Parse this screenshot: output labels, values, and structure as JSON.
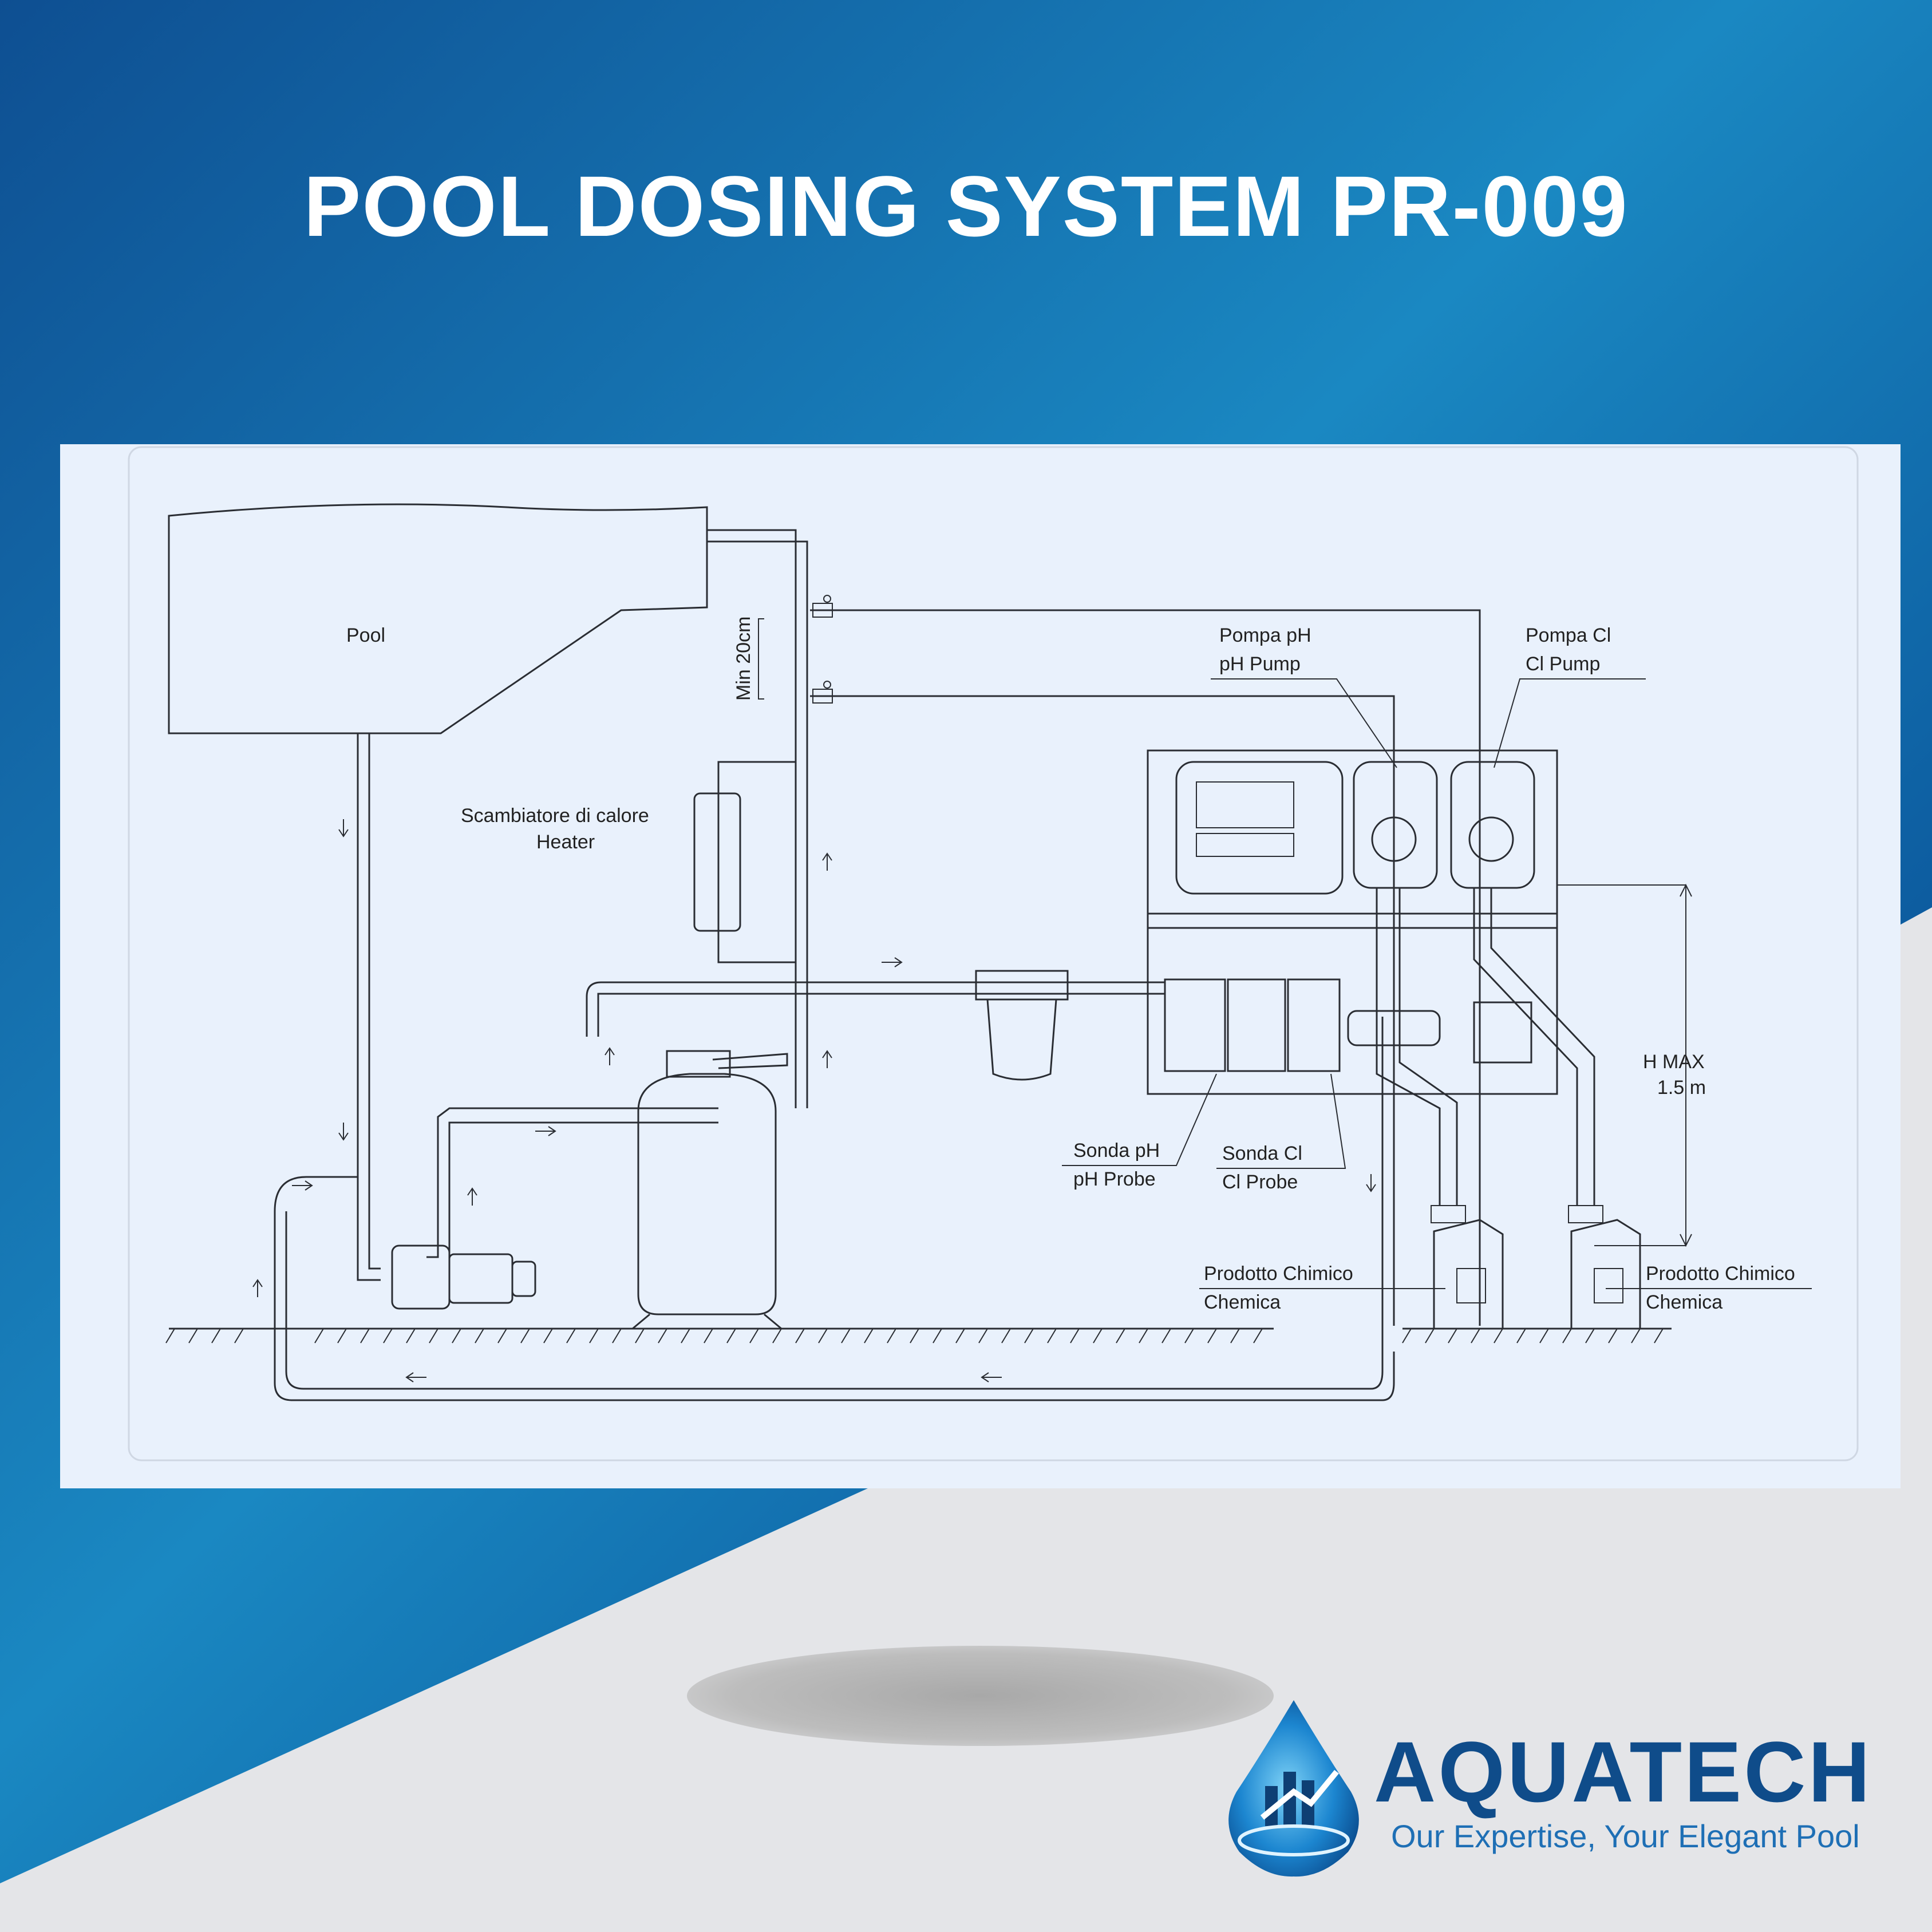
{
  "title": "POOL DOSING SYSTEM PR-009",
  "colors": {
    "background_dark": "#0d4c8c",
    "background_light": "#1b8cc4",
    "panel": "#e9f1fc",
    "lower_gray": "#e4e5e8",
    "brand_navy": "#0f4c8a",
    "tagline_blue": "#1e6fb5"
  },
  "diagram": {
    "labels": {
      "pool": "Pool",
      "min_distance": "Min 20cm",
      "heater_it": "Scambiatore di calore",
      "heater_en": "Heater",
      "ph_pump_it": "Pompa pH",
      "ph_pump_en": "pH Pump",
      "cl_pump_it": "Pompa Cl",
      "cl_pump_en": "Cl Pump",
      "ph_probe_it": "Sonda pH",
      "ph_probe_en": "pH Probe",
      "cl_probe_it": "Sonda Cl",
      "cl_probe_en": "Cl Probe",
      "hmax": "H MAX",
      "hmax_value": "1.5 m",
      "chem_it_1": "Prodotto Chimico",
      "chem_en_1": "Chemica",
      "chem_it_2": "Prodotto Chimico",
      "chem_en_2": "Chemica"
    }
  },
  "brand": {
    "name": "AQUATECH",
    "tagline": "Our Expertise, Your Elegant Pool",
    "icon": "water-drop-chart-icon"
  }
}
